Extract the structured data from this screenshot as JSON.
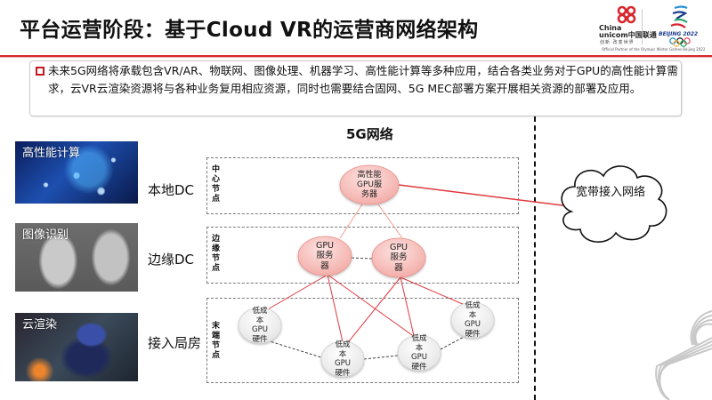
{
  "header": {
    "title": "平台运营阶段：基于Cloud VR的运营商网络架构",
    "logo": {
      "unicom_text_line1": "China",
      "unicom_text_line2": "unicom中国联通",
      "unicom_slogan": "创新·改变世界",
      "beijing_text": "BEIJING 2022",
      "partner_text": "Official Partner of the Olympic Winter Games Beijing 2022"
    },
    "accent_color": "#d8262e"
  },
  "info": {
    "text": "未来5G网络将承载包含VR/AR、物联网、图像处理、机器学习、高性能计算等多种应用，结合各类业务对于GPU的高性能计算需求，云VR云渲染资源将与各种业务复用相应资源，同时也需要结合固网、5G MEC部署方案开展相关资源的部署及应用。"
  },
  "thumbnails": [
    {
      "label": "高性能计算"
    },
    {
      "label": "图像识别"
    },
    {
      "label": "云渲染"
    }
  ],
  "tiers": [
    {
      "label": "本地DC",
      "box_label": "中心节点"
    },
    {
      "label": "边缘DC",
      "box_label": "边缘节点"
    },
    {
      "label": "接入局房",
      "box_label": "末端节点"
    }
  ],
  "network": {
    "title": "5G网络",
    "central_node": {
      "lines": [
        "高性能",
        "GPU服",
        "务器"
      ]
    },
    "edge_nodes": [
      {
        "lines": [
          "GPU",
          "服务",
          "器"
        ]
      },
      {
        "lines": [
          "GPU",
          "服务",
          "器"
        ]
      }
    ],
    "access_nodes": [
      {
        "lines": [
          "低成",
          "本",
          "GPU",
          "硬件"
        ]
      },
      {
        "lines": [
          "低成",
          "本",
          "GPU",
          "硬件"
        ]
      },
      {
        "lines": [
          "低成",
          "本",
          "GPU",
          "硬件"
        ]
      },
      {
        "lines": [
          "低成",
          "本",
          "GPU",
          "硬件"
        ]
      }
    ],
    "broadband_cloud": {
      "label": "宽带接入网络"
    },
    "colors": {
      "link_red": "#e0383e",
      "link_salmon": "#f0a090",
      "node_pink": "#f6c2bf",
      "node_pink_stroke": "#e8908a",
      "node_white": "#ffffff"
    }
  }
}
